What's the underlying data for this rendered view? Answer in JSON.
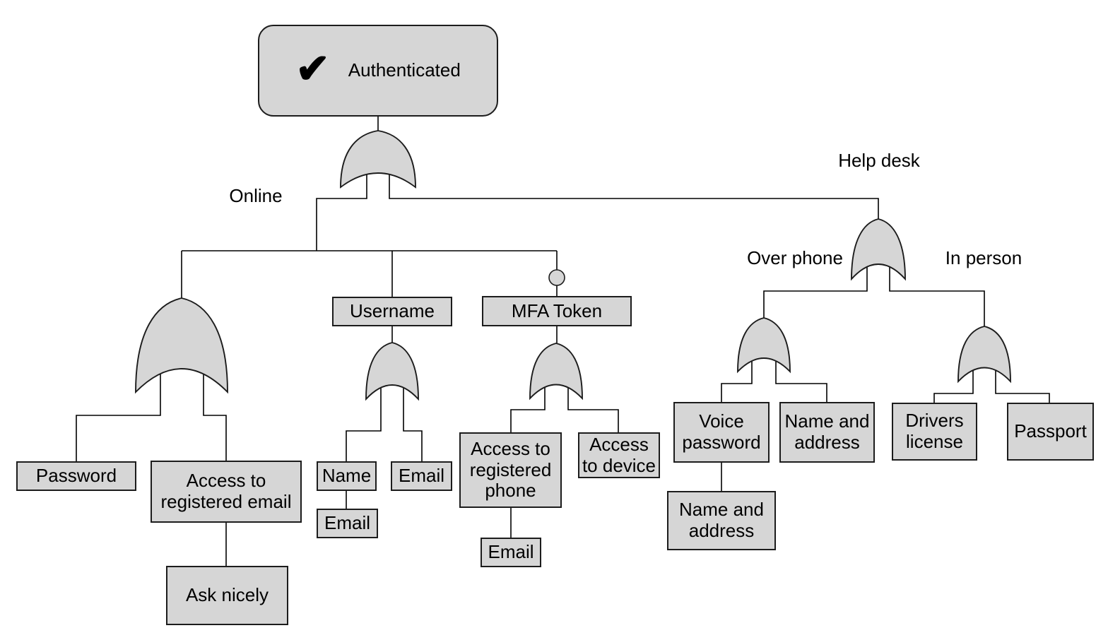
{
  "diagram_type": "attack-tree",
  "colors": {
    "background": "#ffffff",
    "node_fill": "#d6d6d6",
    "node_border": "#1c1c1c",
    "wire": "#000000"
  },
  "icons": {
    "checkmark": "✔",
    "gate_shape": "or-gate",
    "mfa_modifier": "not-circle"
  },
  "labels": {
    "online": "Online",
    "help_desk": "Help desk",
    "over_phone": "Over phone",
    "in_person": "In person"
  },
  "nodes": {
    "authenticated": "Authenticated",
    "username": "Username",
    "mfa_token": "MFA Token",
    "password": "Password",
    "access_registered_email": "Access to registered email",
    "ask_nicely": "Ask nicely",
    "name": "Name",
    "email_under_username_gate": "Email",
    "email_under_name": "Email",
    "access_registered_phone": "Access to registered phone",
    "access_to_device": "Access to device",
    "email_under_phone": "Email",
    "voice_password": "Voice password",
    "name_and_address": "Name and address",
    "name_and_address_under_voice": "Name and address",
    "drivers_license": "Drivers license",
    "passport": "Passport"
  },
  "gates": {
    "type": "OR",
    "count": 7,
    "locations": [
      "root",
      "online",
      "username",
      "mfa-token",
      "help-desk",
      "over-phone",
      "in-person"
    ]
  }
}
